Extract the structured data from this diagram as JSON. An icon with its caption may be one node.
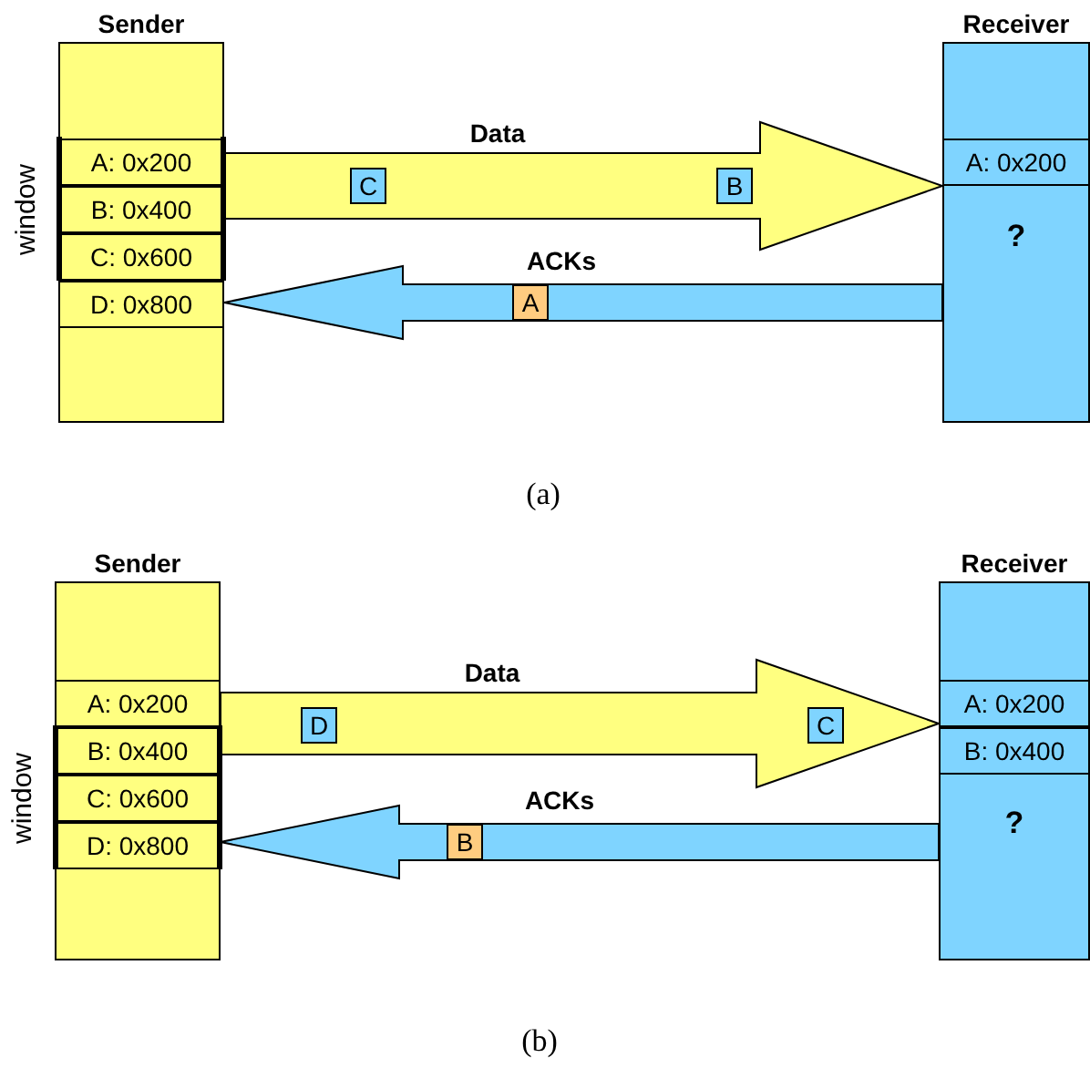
{
  "diagram": {
    "nodes": [
      {
        "text": [
          "Sender"
        ],
        "beside": [
          "window"
        ]
      },
      {
        "text": [
          "A: 0x200"
        ],
        "in": 0
      },
      {
        "text": [
          "B: 0x400"
        ],
        "in": 0
      },
      {
        "text": [
          "C: 0x600"
        ],
        "in": 0
      },
      {
        "text": [
          "D: 0x800"
        ],
        "in": 0
      },
      {
        "text": [
          "Receiver",
          "?"
        ]
      },
      {
        "text": [
          "A: 0x200"
        ],
        "in": 5
      },
      {
        "text": [
          "C"
        ]
      },
      {
        "text": [
          "B"
        ]
      },
      {
        "text": [
          "A"
        ]
      },
      {
        "text": [
          "Sender"
        ],
        "beside": [
          "window"
        ]
      },
      {
        "text": [
          "A: 0x200"
        ],
        "in": 10
      },
      {
        "text": [
          "B: 0x400"
        ],
        "in": 10
      },
      {
        "text": [
          "C: 0x600"
        ],
        "in": 10
      },
      {
        "text": [
          "D: 0x800"
        ],
        "in": 10
      },
      {
        "text": [
          "Receiver",
          "?"
        ]
      },
      {
        "text": [
          "A: 0x200"
        ],
        "in": 15
      },
      {
        "text": [
          "B: 0x400"
        ],
        "in": 15
      },
      {
        "text": [
          "D"
        ]
      },
      {
        "text": [
          "C"
        ]
      },
      {
        "text": [
          "B"
        ]
      }
    ],
    "edges": [
      {
        "from": 0,
        "to": 5,
        "arrow": "to",
        "label": "Data",
        "style": "thick",
        "color": "#ffff80"
      },
      {
        "from": 5,
        "to": 0,
        "arrow": "to",
        "label": "ACKs",
        "style": "thick",
        "color": "#7fd4ff"
      },
      {
        "from": 10,
        "to": 15,
        "arrow": "to",
        "label": "Data",
        "style": "thick",
        "color": "#ffff80"
      },
      {
        "from": 15,
        "to": 10,
        "arrow": "to",
        "label": "ACKs",
        "style": "thick",
        "color": "#7fd4ff"
      }
    ],
    "labels": [
      "(a)",
      "(b)"
    ]
  }
}
